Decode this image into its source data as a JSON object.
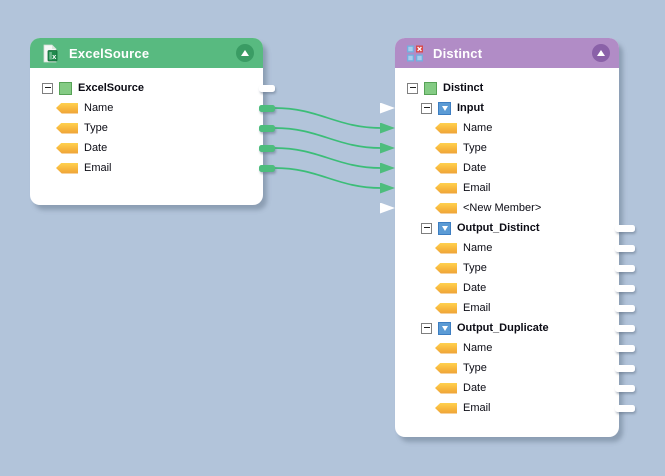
{
  "canvas": {
    "background": "#b2c4da"
  },
  "colors": {
    "line": "#3cbd78",
    "port_green": "#4dbd7d",
    "port_white": "#ffffff"
  },
  "nodes": [
    {
      "title": "ExcelSource",
      "icon": "excel-file-icon",
      "header_color": "#58ba80",
      "collapse_color": "#3a9c64",
      "rows": [
        {
          "label": "ExcelSource",
          "kind": "root",
          "level": 0
        },
        {
          "label": "Name",
          "kind": "field",
          "level": 1
        },
        {
          "label": "Type",
          "kind": "field",
          "level": 1
        },
        {
          "label": "Date",
          "kind": "field",
          "level": 1
        },
        {
          "label": "Email",
          "kind": "field",
          "level": 1
        }
      ],
      "ports_right": [
        {
          "row": 0,
          "color": "white"
        },
        {
          "row": 1,
          "color": "green"
        },
        {
          "row": 2,
          "color": "green"
        },
        {
          "row": 3,
          "color": "green"
        },
        {
          "row": 4,
          "color": "green"
        }
      ]
    },
    {
      "title": "Distinct",
      "icon": "distinct-grid-icon",
      "header_color": "#b18cc6",
      "collapse_color": "#8a61a8",
      "rows": [
        {
          "label": "Distinct",
          "kind": "root",
          "level": 0
        },
        {
          "label": "Input",
          "kind": "group",
          "level": 1
        },
        {
          "label": "Name",
          "kind": "field",
          "level": 2
        },
        {
          "label": "Type",
          "kind": "field",
          "level": 2
        },
        {
          "label": "Date",
          "kind": "field",
          "level": 2
        },
        {
          "label": "Email",
          "kind": "field",
          "level": 2
        },
        {
          "label": "<New Member>",
          "kind": "field",
          "level": 2
        },
        {
          "label": "Output_Distinct",
          "kind": "group",
          "level": 1
        },
        {
          "label": "Name",
          "kind": "field",
          "level": 2
        },
        {
          "label": "Type",
          "kind": "field",
          "level": 2
        },
        {
          "label": "Date",
          "kind": "field",
          "level": 2
        },
        {
          "label": "Email",
          "kind": "field",
          "level": 2
        },
        {
          "label": "Output_Duplicate",
          "kind": "group",
          "level": 1
        },
        {
          "label": "Name",
          "kind": "field",
          "level": 2
        },
        {
          "label": "Type",
          "kind": "field",
          "level": 2
        },
        {
          "label": "Date",
          "kind": "field",
          "level": 2
        },
        {
          "label": "Email",
          "kind": "field",
          "level": 2
        }
      ],
      "ports_left": [
        {
          "row": 1,
          "color": "white"
        },
        {
          "row": 2,
          "color": "green"
        },
        {
          "row": 3,
          "color": "green"
        },
        {
          "row": 4,
          "color": "green"
        },
        {
          "row": 5,
          "color": "green"
        },
        {
          "row": 6,
          "color": "white"
        }
      ],
      "ports_right": [
        {
          "row": 7,
          "color": "white"
        },
        {
          "row": 8,
          "color": "white"
        },
        {
          "row": 9,
          "color": "white"
        },
        {
          "row": 10,
          "color": "white"
        },
        {
          "row": 11,
          "color": "white"
        },
        {
          "row": 12,
          "color": "white"
        },
        {
          "row": 13,
          "color": "white"
        },
        {
          "row": 14,
          "color": "white"
        },
        {
          "row": 15,
          "color": "white"
        },
        {
          "row": 16,
          "color": "white"
        }
      ]
    }
  ],
  "connections": [
    {
      "from": "ExcelSource.Name",
      "from_row": 1,
      "to": "Distinct.Input.Name",
      "to_row": 2
    },
    {
      "from": "ExcelSource.Type",
      "from_row": 2,
      "to": "Distinct.Input.Type",
      "to_row": 3
    },
    {
      "from": "ExcelSource.Date",
      "from_row": 3,
      "to": "Distinct.Input.Date",
      "to_row": 4
    },
    {
      "from": "ExcelSource.Email",
      "from_row": 4,
      "to": "Distinct.Input.Email",
      "to_row": 5
    }
  ]
}
